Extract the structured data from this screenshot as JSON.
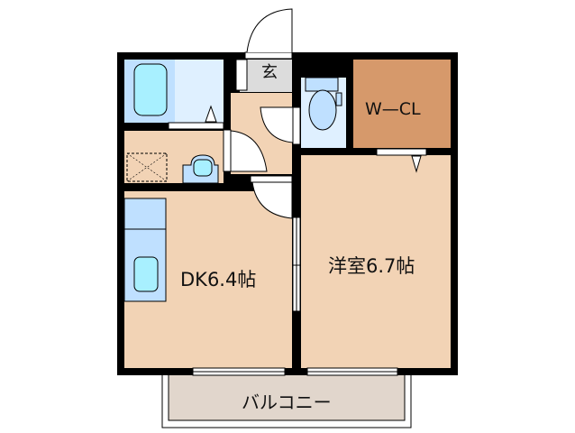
{
  "floorplan": {
    "rooms": {
      "entrance": {
        "label": "玄"
      },
      "walk_in_closet": {
        "label": "W—CL"
      },
      "dining_kitchen": {
        "label": "DK6.4帖"
      },
      "western_room": {
        "label": "洋室6.7帖"
      },
      "balcony": {
        "label": "バルコニー"
      }
    },
    "colors": {
      "wall": "#000000",
      "floor": "#f2d3b5",
      "closet": "#d6996b",
      "wet_area": "#dff0ff",
      "bath_tub": "#a8f0ff",
      "fixture": "#bfe0ff",
      "entrance": "#dcdcdc",
      "balcony": "#e1d6cc"
    }
  }
}
